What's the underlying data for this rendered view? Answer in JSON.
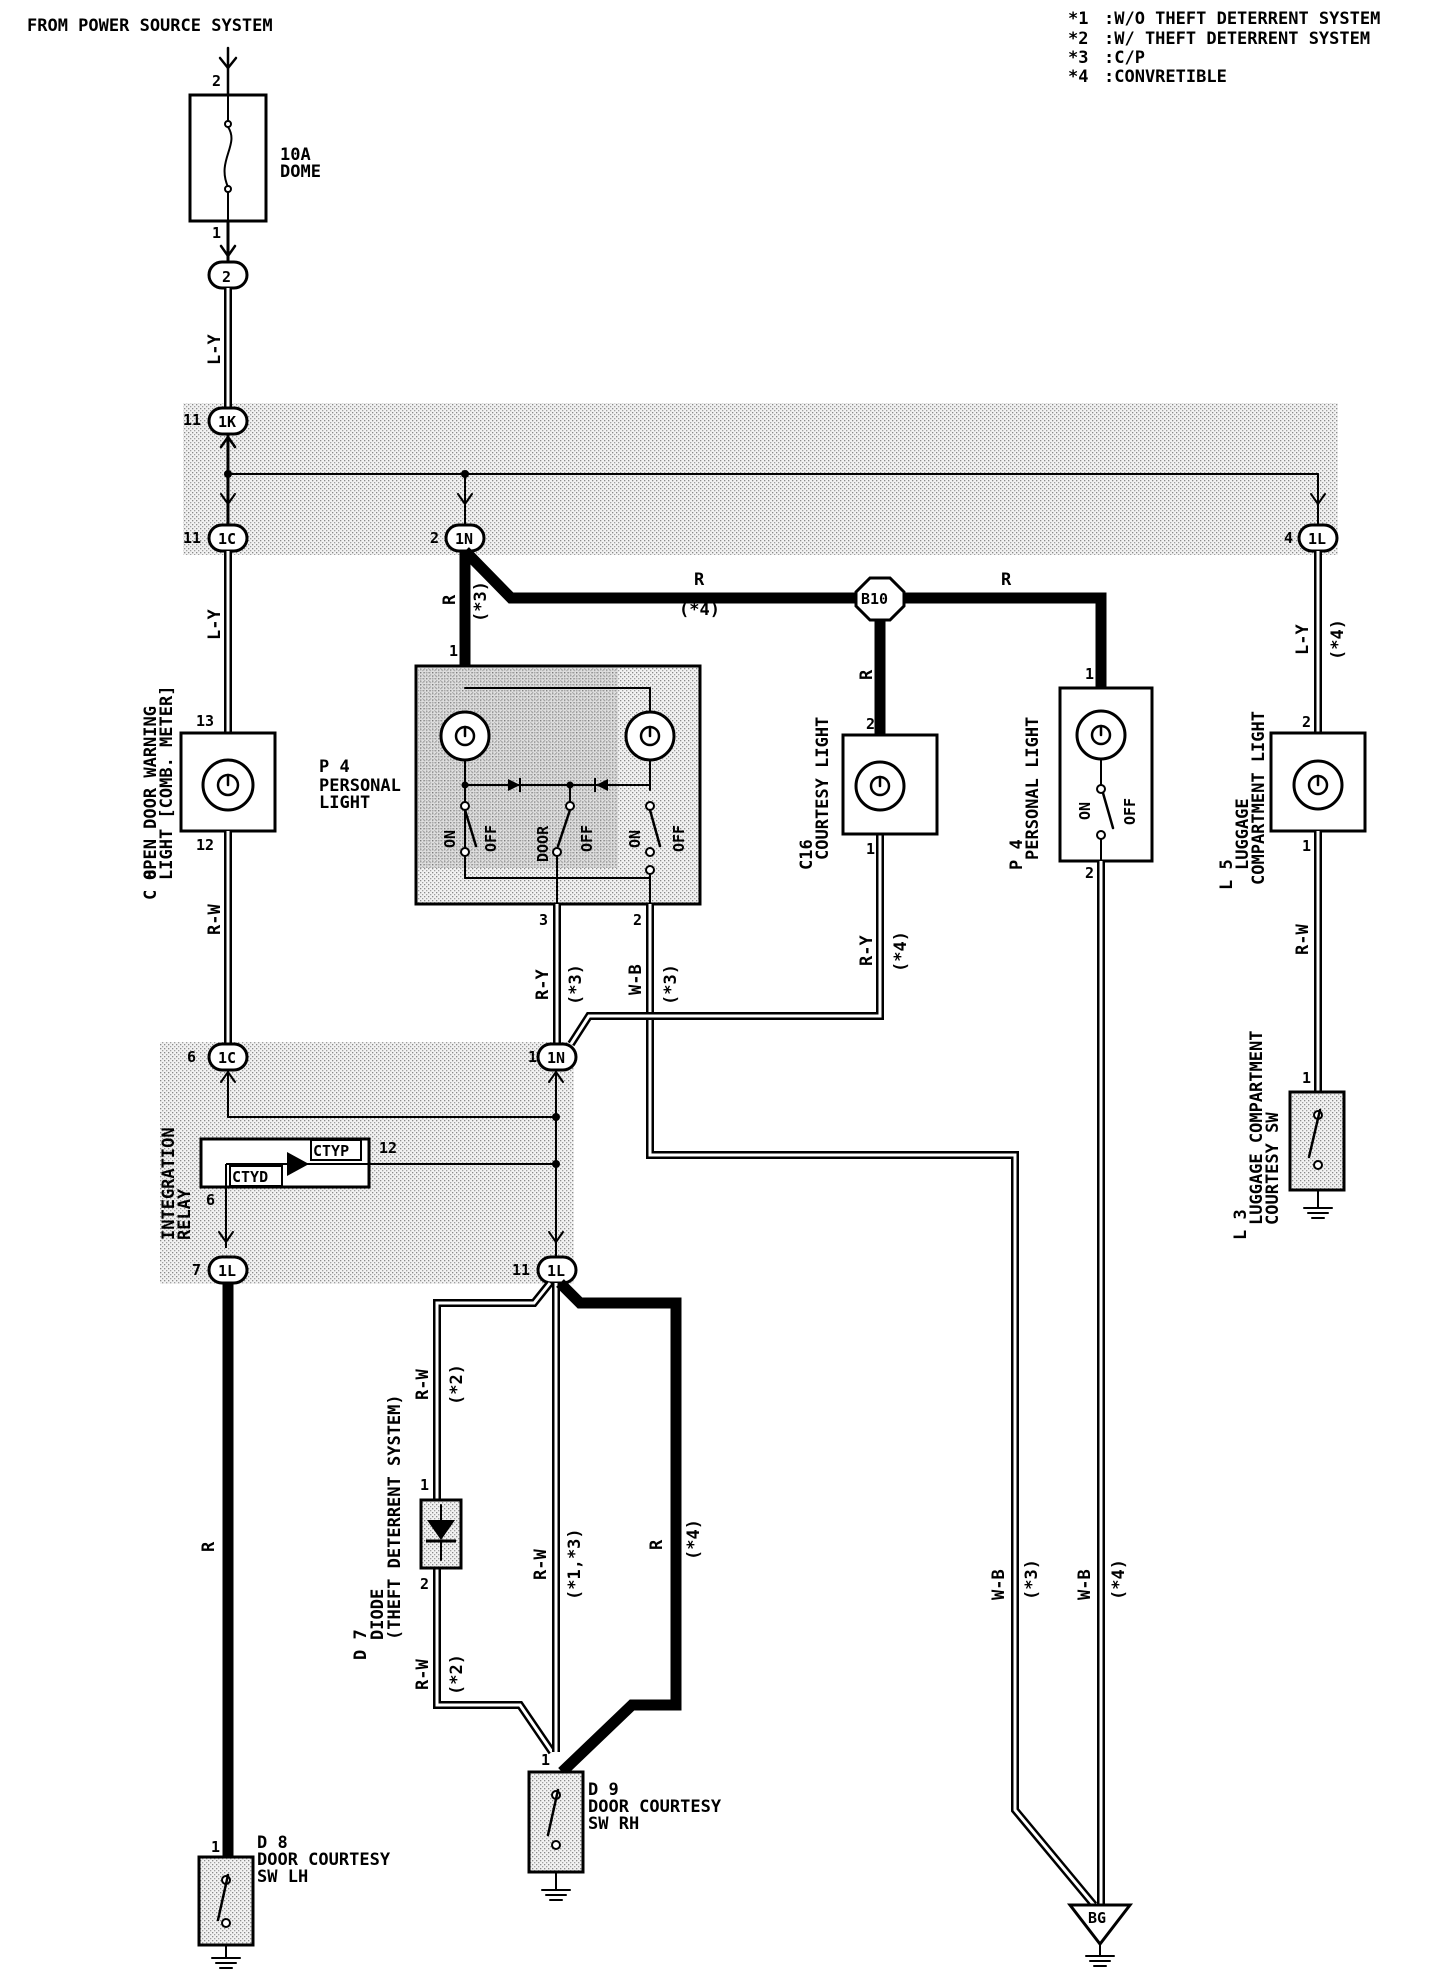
{
  "header": {
    "power_source": "FROM POWER SOURCE SYSTEM"
  },
  "legend": [
    {
      "key": "*1",
      "text": ":W/O THEFT DETERRENT SYSTEM"
    },
    {
      "key": "*2",
      "text": ":W/ THEFT DETERRENT SYSTEM"
    },
    {
      "key": "*3",
      "text": ":C/P"
    },
    {
      "key": "*4",
      "text": ":CONVRETIBLE"
    }
  ],
  "fuse": {
    "rating": "10A",
    "name": "DOME",
    "pin_top": "2",
    "pin_bottom": "1"
  },
  "connectors": {
    "c2": "2",
    "c1k": "1K",
    "c1c_top": "1C",
    "c1n_top": "1N",
    "c1l_right": "1L",
    "c1c_mid": "1C",
    "c1n_mid": "1N",
    "c1l_left": "1L",
    "c1l_center": "1L",
    "b10": "B10",
    "bg": "BG"
  },
  "pins": {
    "p11_1k": "11",
    "p11_1c": "11",
    "p2_1n": "2",
    "p4_1l": "4",
    "p6_1c": "6",
    "p1_1n": "1",
    "p7_1l": "7",
    "p11_1l": "11",
    "relay_12": "12",
    "relay_6": "6"
  },
  "wires": {
    "ly1": "L-Y",
    "ly2": "L-Y",
    "rw_c8": "R-W",
    "r_top": "R",
    "r_b10_left": "R",
    "r_b10_right": "R",
    "star4_top": "(*4)",
    "star3_top": "(*3)",
    "r_c16": "R",
    "ry": "R-Y",
    "star3_ry": "(*3)",
    "wb": "W-B",
    "star3_wb": "(*3)",
    "ry_c16": "R-Y",
    "star4_c16": "(*4)",
    "ly_l5": "L-Y",
    "star4_l5": "(*4)",
    "rw_l3": "R-W",
    "r_d8": "R",
    "rw_d7": "R-W",
    "star2_d7": "(*2)",
    "rw_d7b": "R-W",
    "star2_d7b": "(*2)",
    "rw_mid": "R-W",
    "star13": "(*1,*3)",
    "r_right": "R",
    "star4_right": "(*4)",
    "wb_3": "W-B",
    "star3_bottom": "(*3)",
    "wb_4": "W-B",
    "star4_bottom": "(*4)"
  },
  "components": {
    "c8": {
      "id": "C 8",
      "name1": "OPEN DOOR WARNING",
      "name2": "LIGHT [COMB. METER]",
      "pin_top": "13",
      "pin_bottom": "12"
    },
    "p4_left": {
      "id": "P 4",
      "name1": "PERSONAL",
      "name2": "LIGHT",
      "pin1": "1",
      "pin3": "3",
      "pin2": "2",
      "sw1_on": "ON",
      "sw1_off": "OFF",
      "sw2_door": "DOOR",
      "sw2_off": "OFF",
      "sw3_on": "ON",
      "sw3_off": "OFF"
    },
    "c16": {
      "id": "C16",
      "name": "COURTESY LIGHT",
      "pin_top": "2",
      "pin_bottom": "1"
    },
    "p4_right": {
      "id": "P 4",
      "name": "PERSONAL LIGHT",
      "pin_top": "1",
      "pin_bottom": "2",
      "on": "ON",
      "off": "OFF"
    },
    "l5": {
      "id": "L 5",
      "name1": "LUGGAGE",
      "name2": "COMPARTMENT LIGHT",
      "pin_top": "2",
      "pin_bottom": "1"
    },
    "l3": {
      "id": "L 3",
      "name1": "LUGGAGE COMPARTMENT",
      "name2": "COURTESY SW",
      "pin": "1"
    },
    "relay": {
      "name1": "INTEGRATION",
      "name2": "RELAY",
      "ctyp": "CTYP",
      "ctyd": "CTYD"
    },
    "d7": {
      "id": "D 7",
      "name1": "DIODE",
      "name2": "(THEFT DETERRENT SYSTEM)",
      "pin_top": "1",
      "pin_bottom": "2"
    },
    "d8": {
      "id": "D 8",
      "name1": "DOOR COURTESY",
      "name2": "SW LH",
      "pin": "1"
    },
    "d9": {
      "id": "D 9",
      "name1": "DOOR COURTESY",
      "name2": "SW RH",
      "pin": "1"
    }
  }
}
